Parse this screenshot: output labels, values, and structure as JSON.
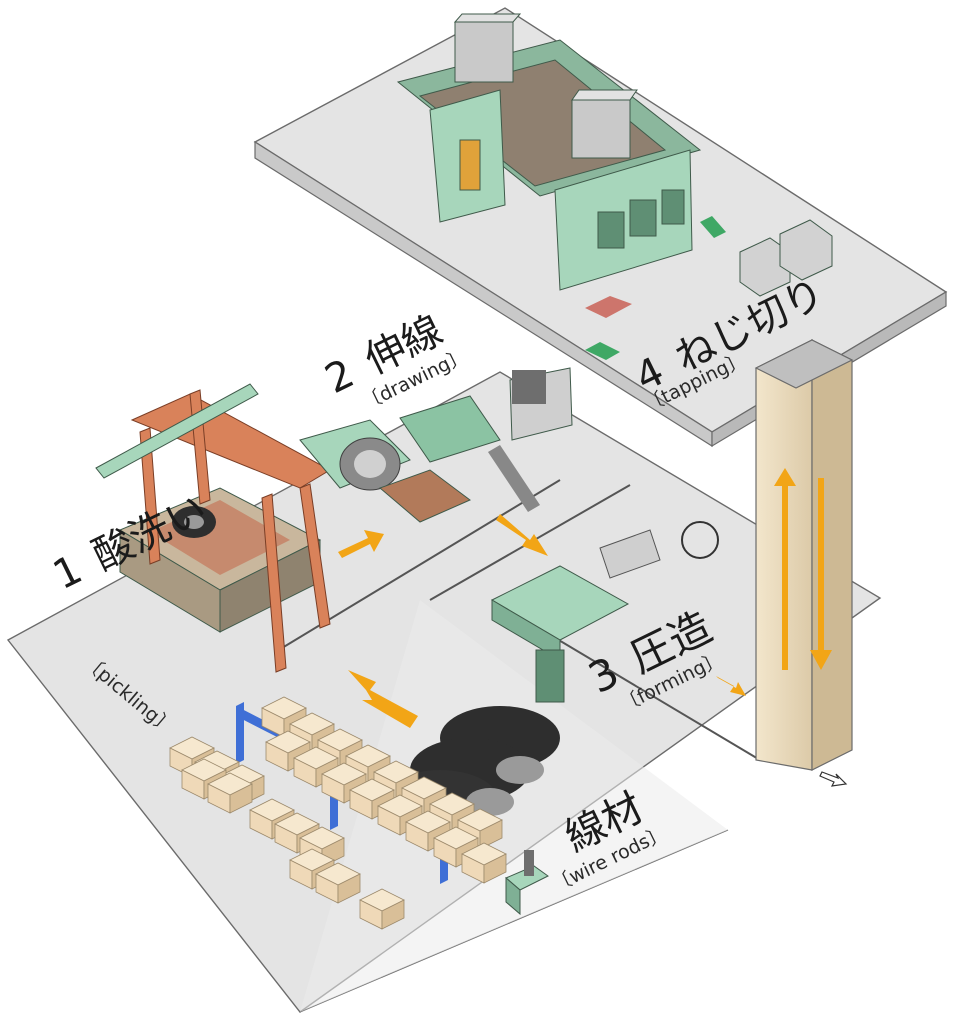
{
  "labels": {
    "pickling": {
      "number": "1",
      "jp": "酸洗い",
      "en": "〔pickling〕"
    },
    "drawing": {
      "number": "2",
      "jp": "伸線",
      "en": "〔drawing〕"
    },
    "forming": {
      "number": "3",
      "jp": "圧造",
      "en": "〔forming〕"
    },
    "tapping": {
      "number": "4",
      "jp": "ねじ切り",
      "en": "〔tapping〕"
    },
    "wire_rods": {
      "jp": "線材",
      "en": "〔wire rods〕"
    }
  },
  "colors": {
    "arrow": "#f2a516",
    "machine_green": "#9fd0b4",
    "machine_dark": "#5f8f74",
    "crane": "#d9825a",
    "floor": "#e4e4e4",
    "rack": "#3f6fd6",
    "box": "#efd9b8",
    "coil": "#2e2e2e"
  },
  "icons": {
    "exit_arrow": "exit-arrow-icon"
  }
}
